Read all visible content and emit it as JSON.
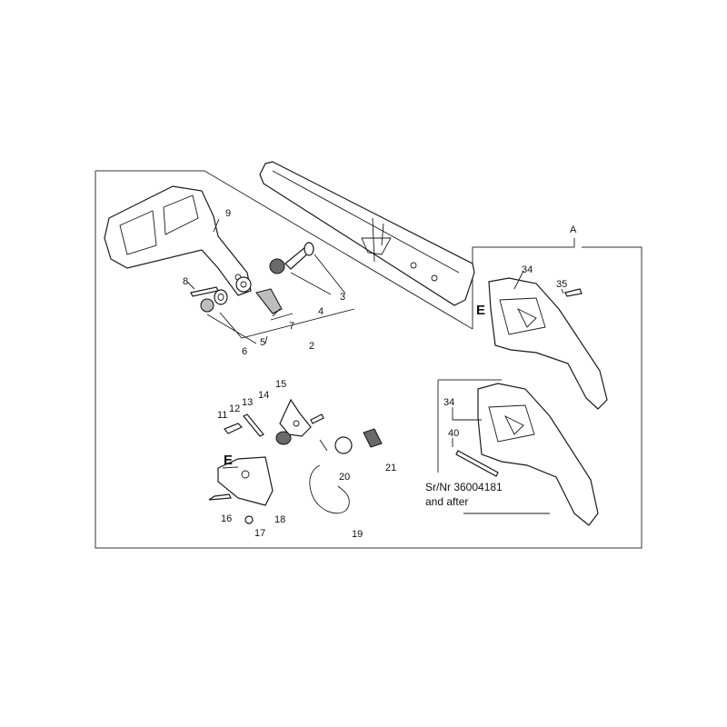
{
  "labels": {
    "a": "A",
    "p2": "2",
    "p3": "3",
    "p4": "4",
    "p5": "5",
    "p6": "6",
    "p7": "7",
    "p8": "8",
    "p9": "9",
    "p11": "11",
    "p12": "12",
    "p13": "13",
    "p14": "14",
    "p15": "15",
    "p16": "16",
    "p17": "17",
    "p18": "18",
    "p19": "19",
    "p20": "20",
    "p21": "21",
    "p34a": "34",
    "p35": "35",
    "p34b": "34",
    "p40": "40",
    "e1": "E",
    "e2": "E"
  },
  "note": {
    "line1": "Sr/Nr 36004181",
    "line2": "and after"
  }
}
